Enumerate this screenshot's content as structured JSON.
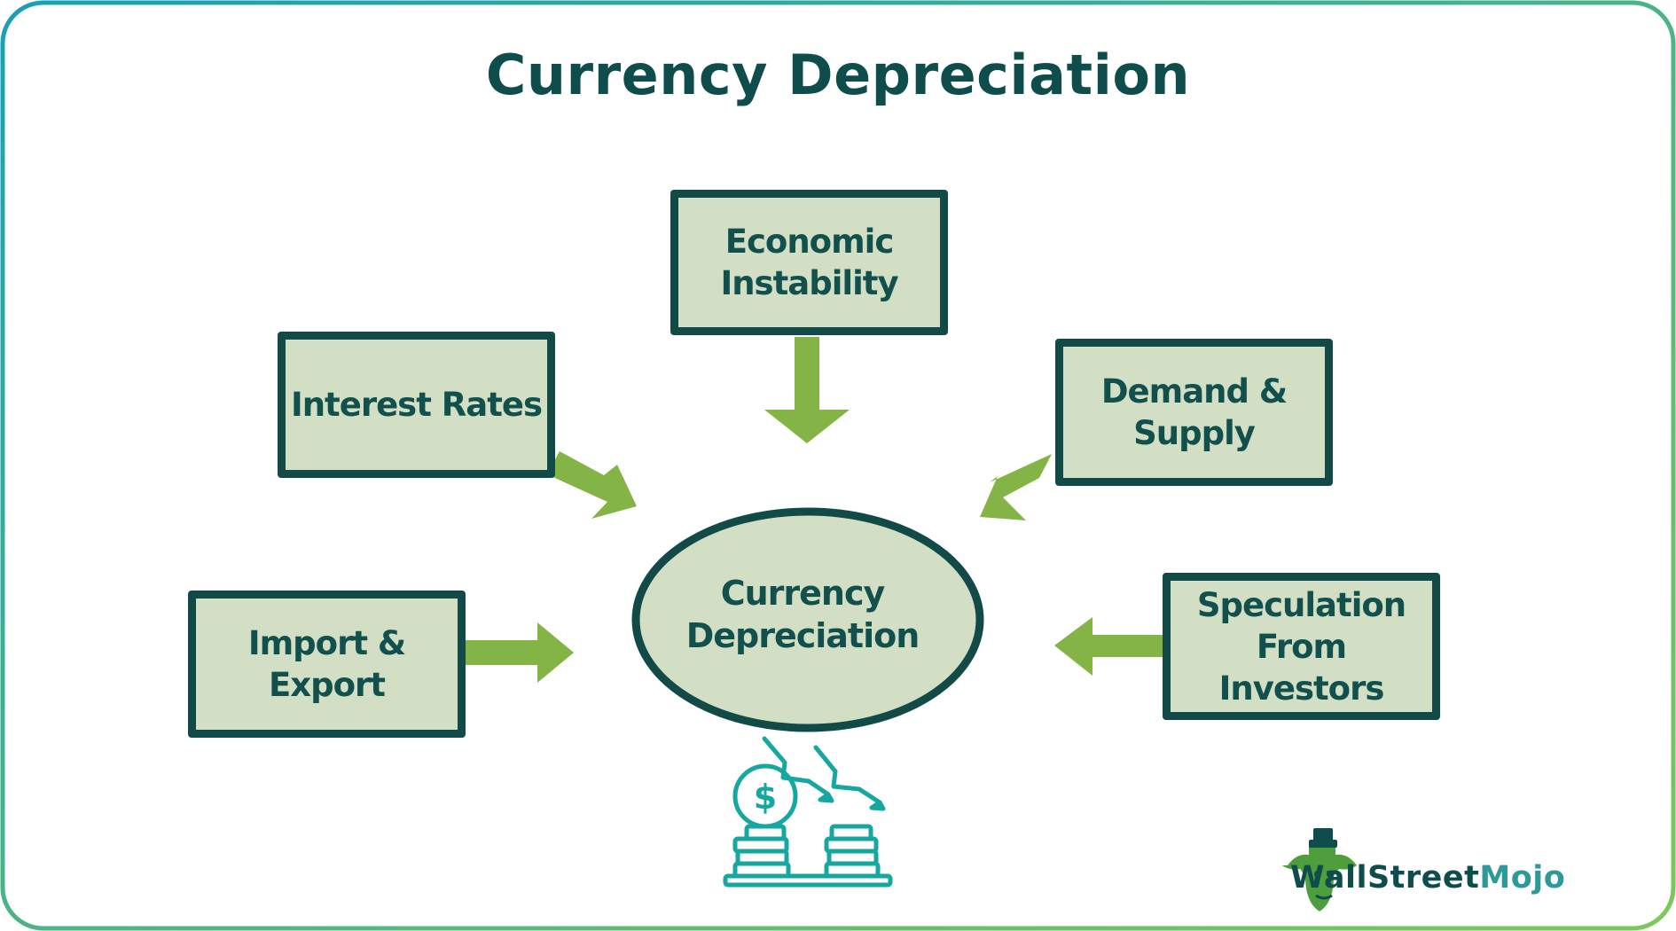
{
  "title": "Currency Depreciation",
  "center_node": {
    "label": "Currency\nDepreciation"
  },
  "factors": [
    {
      "id": "economic",
      "label": "Economic\nInstability"
    },
    {
      "id": "interest",
      "label": "Interest Rates"
    },
    {
      "id": "demand",
      "label": "Demand &\nSupply"
    },
    {
      "id": "import",
      "label": "Import &\nExport"
    },
    {
      "id": "speculation",
      "label": "Speculation\nFrom\nInvestors"
    }
  ],
  "icons": {
    "center_illustration": "coins-falling-arrows-icon",
    "brand_logo": "bull-mascot-logo"
  },
  "brand": {
    "part1": "WallStreet",
    "part2": "Mojo"
  },
  "colors": {
    "border_gradient": [
      "#1aa0b4",
      "#7cc85a"
    ],
    "box_fill": "#d3dfc4",
    "box_border": "#124a48",
    "text_dark": "#0f4c4c",
    "arrow_green": "#84b446",
    "icon_teal": "#17a7a1"
  }
}
